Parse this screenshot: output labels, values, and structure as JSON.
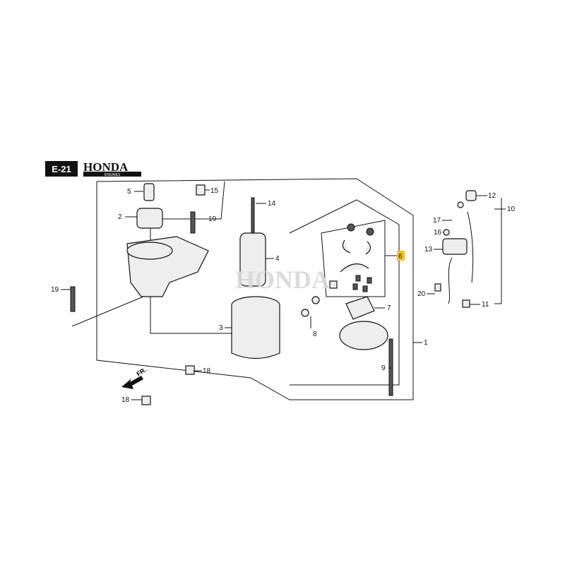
{
  "header": {
    "section_code": "E-21",
    "brand": "HONDA",
    "brand_sub": "ENGINES"
  },
  "watermark": "HONDA",
  "direction_label": "FR.",
  "highlight_color": "#f5c518",
  "callouts": [
    {
      "ref": "5"
    },
    {
      "ref": "2"
    },
    {
      "ref": "15"
    },
    {
      "ref": "19"
    },
    {
      "ref": "14"
    },
    {
      "ref": "4"
    },
    {
      "ref": "19"
    },
    {
      "ref": "3"
    },
    {
      "ref": "6",
      "highlighted": true
    },
    {
      "ref": "7"
    },
    {
      "ref": "8"
    },
    {
      "ref": "1"
    },
    {
      "ref": "9"
    },
    {
      "ref": "18"
    },
    {
      "ref": "18"
    },
    {
      "ref": "12"
    },
    {
      "ref": "10"
    },
    {
      "ref": "17"
    },
    {
      "ref": "16"
    },
    {
      "ref": "13"
    },
    {
      "ref": "20"
    },
    {
      "ref": "11"
    }
  ]
}
